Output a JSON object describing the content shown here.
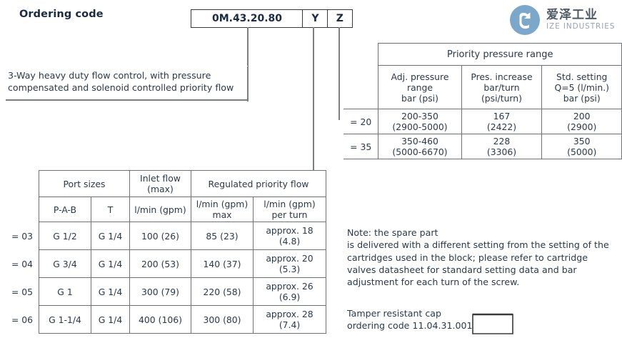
{
  "page_title": "Ordering code",
  "order_code": {
    "main": "0M.43.20.80",
    "option_y": "Y",
    "option_z": "Z"
  },
  "description": "3-Way heavy duty flow control, with pressure compensated and solenoid controlled priority flow",
  "logo": {
    "mark": "ize-swirl-icon",
    "chinese": "爱泽工业",
    "english": "IZE INDUSTRIES",
    "circle_color": "#7ba7ca",
    "text_color": "#4f5b66"
  },
  "pressure_table": {
    "group_header": "Priority pressure range",
    "columns": [
      "Adj. pressure range bar (psi)",
      "Pres. increase bar/turn (psi/turn)",
      "Std. setting Q=5 (l/min.) bar (psi)"
    ],
    "col_lines": [
      [
        "Adj. pressure",
        "range",
        "bar (psi)"
      ],
      [
        "Pres. increase",
        "bar/turn",
        "(psi/turn)"
      ],
      [
        "Std. setting",
        "Q=5 (l/min.)",
        "bar (psi)"
      ]
    ],
    "rows": [
      {
        "key": "= 20",
        "adj_range": "200-350",
        "adj_range_psi": "(2900-5000)",
        "increase": "167",
        "increase_psi": "(2422)",
        "std_setting": "200",
        "std_setting_psi": "(2900)"
      },
      {
        "key": "= 35",
        "adj_range": "350-460",
        "adj_range_psi": "(5000-6670)",
        "increase": "228",
        "increase_psi": "(3306)",
        "std_setting": "350",
        "std_setting_psi": "(5000)"
      }
    ]
  },
  "flow_table": {
    "group_headers": {
      "port_sizes": "Port sizes",
      "inlet_flow_l1": "Inlet flow",
      "inlet_flow_l2": "(max)",
      "regulated": "Regulated priority flow"
    },
    "sub_headers": {
      "pab": "P-A-B",
      "t": "T",
      "inlet_units": "l/min (gpm)",
      "reg_max_l1": "l/min (gpm)",
      "reg_max_l2": "max",
      "reg_turn_l1": "l/min (gpm)",
      "reg_turn_l2": "per turn"
    },
    "rows": [
      {
        "key": "= 03",
        "pab": "G 1/2",
        "t": "G 1/4",
        "inlet": "100 (26)",
        "reg_max": "85 (23)",
        "reg_turn": "approx. 18 (4.8)"
      },
      {
        "key": "= 04",
        "pab": "G 3/4",
        "t": "G 1/4",
        "inlet": "200 (53)",
        "reg_max": "140 (37)",
        "reg_turn": "approx. 20 (5.3)"
      },
      {
        "key": "= 05",
        "pab": "G 1",
        "t": "G 1/4",
        "inlet": "300 (79)",
        "reg_max": "220 (58)",
        "reg_turn": "approx. 26 (6.9)"
      },
      {
        "key": "= 06",
        "pab": "G 1-1/4",
        "t": "G 1/4",
        "inlet": "400 (106)",
        "reg_max": "300 (80)",
        "reg_turn": "approx. 28 (7.4)"
      }
    ]
  },
  "note": {
    "line1": "Note: the spare part",
    "line2": " is delivered with a different setting from the setting of the",
    "line3": "cartridges used in the block; please refer to cartridge",
    "line4": "valves datasheet for standard setting data and bar",
    "line5": "adjustment for each turn of the screw."
  },
  "tamper": {
    "line1": "Tamper resistant cap",
    "line2": "ordering code 11.04.31.001"
  }
}
